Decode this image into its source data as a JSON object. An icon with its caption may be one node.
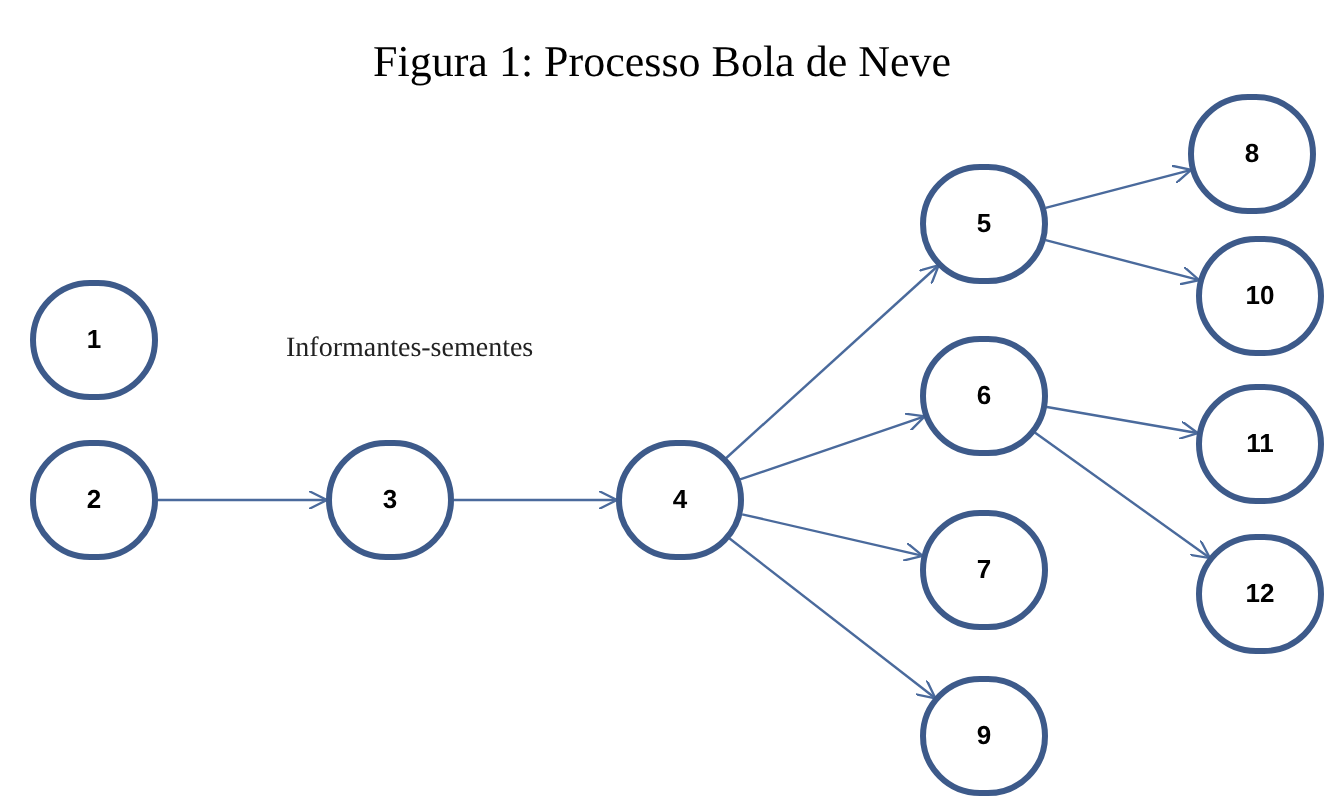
{
  "diagram": {
    "title": "Figura 1: Processo Bola de Neve",
    "nodes": [
      {
        "text": [
          "1"
        ]
      },
      {
        "text": [
          "2"
        ]
      },
      {
        "text": [
          "3"
        ]
      },
      {
        "text": [
          "4"
        ]
      },
      {
        "text": [
          "5"
        ]
      },
      {
        "text": [
          "6"
        ]
      },
      {
        "text": [
          "7"
        ]
      },
      {
        "text": [
          "8"
        ]
      },
      {
        "text": [
          "9"
        ]
      },
      {
        "text": [
          "10"
        ]
      },
      {
        "text": [
          "11"
        ]
      },
      {
        "text": [
          "12"
        ]
      }
    ],
    "edges": [
      {
        "from": 1,
        "to": 2,
        "arrow": "to"
      },
      {
        "from": 2,
        "to": 3,
        "arrow": "to"
      },
      {
        "from": 3,
        "to": 4,
        "arrow": "to"
      },
      {
        "from": 3,
        "to": 5,
        "arrow": "to"
      },
      {
        "from": 3,
        "to": 6,
        "arrow": "to"
      },
      {
        "from": 3,
        "to": 8,
        "arrow": "to"
      },
      {
        "from": 4,
        "to": 7,
        "arrow": "to"
      },
      {
        "from": 4,
        "to": 9,
        "arrow": "to"
      },
      {
        "from": 5,
        "to": 10,
        "arrow": "to"
      },
      {
        "from": 5,
        "to": 11,
        "arrow": "to"
      }
    ],
    "labels": [
      "Informantes-sementes"
    ]
  }
}
